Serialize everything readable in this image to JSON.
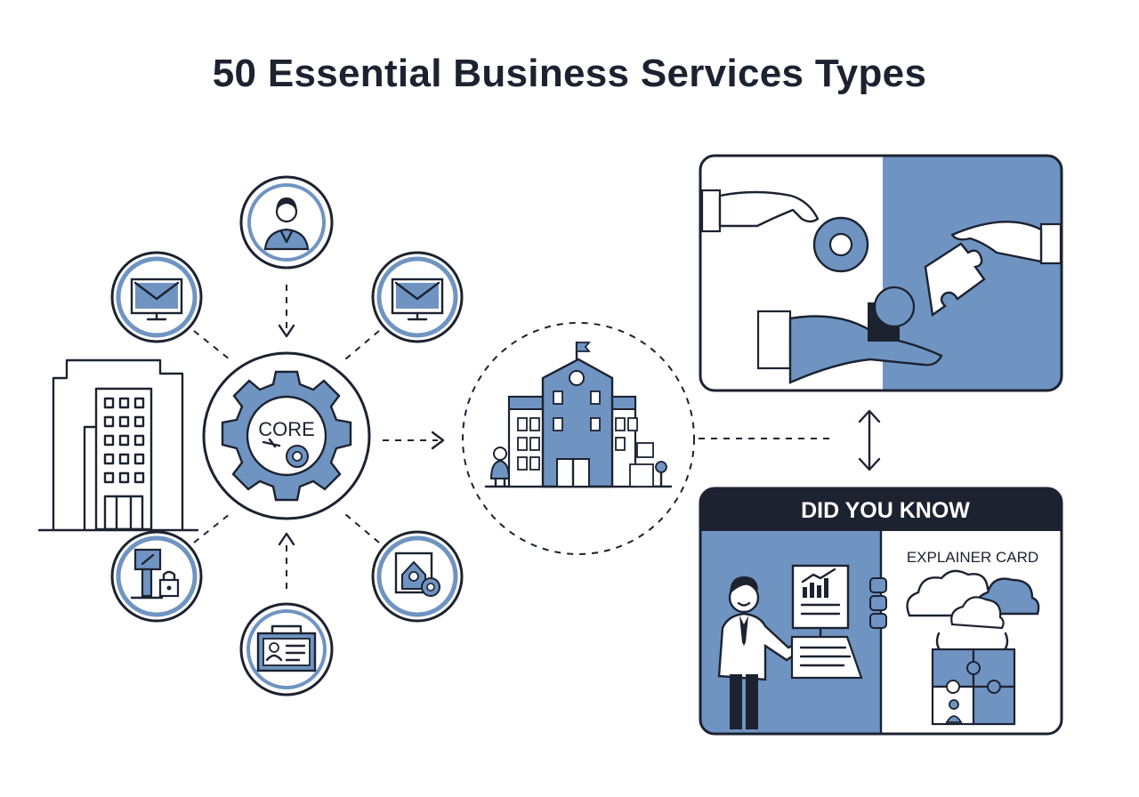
{
  "title": "50 Essential Business Services Types",
  "core": {
    "label": "CORE"
  },
  "card": {
    "header": "DID YOU KNOW",
    "subtitle": "EXPLAINER CARD"
  },
  "icons": {
    "top": "businesswoman-icon",
    "upper_left": "email-monitor-icon",
    "upper_right": "email-monitor-icon",
    "lower_left": "secure-access-icon",
    "lower_right": "id-settings-icon",
    "bottom": "id-card-icon",
    "left_building": "office-building-icon",
    "center": "school-building-icon",
    "card_top": "handshake-puzzle-icon",
    "card_presenter": "presenter-icon",
    "card_cloud": "cloud-puzzle-icon"
  },
  "colors": {
    "accent": "#6f94c2",
    "ink": "#1c2230",
    "card_header": "#1c2230"
  }
}
